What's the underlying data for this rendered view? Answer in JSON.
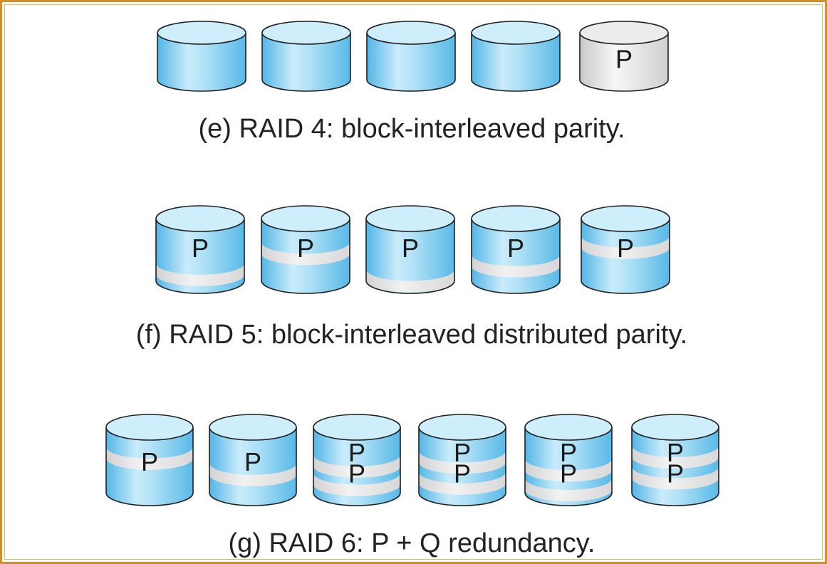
{
  "colors": {
    "frame": "#d08f2c",
    "disk_blue_light": "#cfeefb",
    "disk_blue": "#8fd3f2",
    "disk_blue_dark": "#53b6e6",
    "disk_gray_light": "#f4f4f4",
    "disk_gray": "#dcdcdc",
    "parity_band": "#e6e6e6",
    "outline": "#1f1f1f"
  },
  "icons": {
    "disk": "cylinder-disk-icon"
  },
  "rows": [
    {
      "caption": "(e) RAID 4: block-interleaved parity.",
      "disks": [
        {
          "style": "blue",
          "labels": []
        },
        {
          "style": "blue",
          "labels": []
        },
        {
          "style": "blue",
          "labels": []
        },
        {
          "style": "blue",
          "labels": []
        },
        {
          "style": "gray",
          "labels": [
            "P"
          ]
        }
      ]
    },
    {
      "caption": "(f) RAID 5: block-interleaved distributed parity.",
      "disks": [
        {
          "style": "striped",
          "labels": [
            "P"
          ]
        },
        {
          "style": "striped",
          "labels": [
            "P"
          ]
        },
        {
          "style": "striped",
          "labels": [
            "P"
          ]
        },
        {
          "style": "striped",
          "labels": [
            "P"
          ]
        },
        {
          "style": "striped",
          "labels": [
            "P"
          ]
        }
      ]
    },
    {
      "caption": "(g) RAID 6: P + Q redundancy.",
      "disks": [
        {
          "style": "striped",
          "labels": [
            "P"
          ]
        },
        {
          "style": "striped",
          "labels": [
            "P"
          ]
        },
        {
          "style": "striped",
          "labels": [
            "P",
            "P"
          ]
        },
        {
          "style": "striped",
          "labels": [
            "P",
            "P"
          ]
        },
        {
          "style": "striped",
          "labels": [
            "P",
            "P"
          ]
        },
        {
          "style": "striped",
          "labels": [
            "P",
            "P"
          ]
        }
      ]
    }
  ]
}
